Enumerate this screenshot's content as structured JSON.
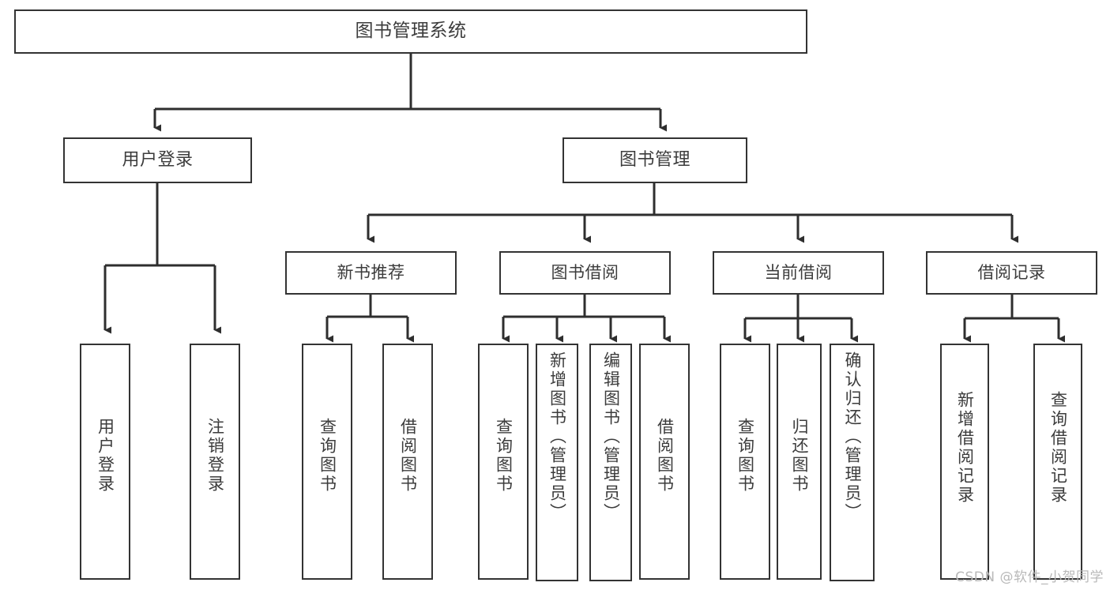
{
  "diagram": {
    "type": "tree-hierarchy",
    "title": "图书管理系统",
    "background_color": "#ffffff",
    "border_color": "#333333",
    "text_color": "#3c3c3c",
    "watermark": "CSDN @软件_小贺同学"
  },
  "nodes": {
    "root": {
      "label": "图书管理系统"
    },
    "level1": [
      {
        "label": "用户登录"
      },
      {
        "label": "图书管理"
      }
    ],
    "level2": [
      {
        "label": "新书推荐"
      },
      {
        "label": "图书借阅"
      },
      {
        "label": "当前借阅"
      },
      {
        "label": "借阅记录"
      }
    ],
    "leaves": [
      {
        "label": "用户登录"
      },
      {
        "label": "注销登录"
      },
      {
        "label": "查询图书"
      },
      {
        "label": "借阅图书"
      },
      {
        "label": "查询图书"
      },
      {
        "label": "新增图书（管理员）"
      },
      {
        "label": "编辑图书（管理员）"
      },
      {
        "label": "借阅图书"
      },
      {
        "label": "查询图书"
      },
      {
        "label": "归还图书"
      },
      {
        "label": "确认归还（管理员）"
      },
      {
        "label": "新增借阅记录"
      },
      {
        "label": "查询借阅记录"
      }
    ]
  },
  "tree_structure": {
    "图书管理系统": [
      "用户登录",
      "图书管理"
    ],
    "用户登录": [
      "用户登录",
      "注销登录"
    ],
    "图书管理": [
      "新书推荐",
      "图书借阅",
      "当前借阅",
      "借阅记录"
    ],
    "新书推荐": [
      "查询图书",
      "借阅图书"
    ],
    "图书借阅": [
      "查询图书",
      "新增图书（管理员）",
      "编辑图书（管理员）",
      "借阅图书"
    ],
    "当前借阅": [
      "查询图书",
      "归还图书",
      "确认归还（管理员）"
    ],
    "借阅记录": [
      "新增借阅记录",
      "查询借阅记录"
    ]
  }
}
